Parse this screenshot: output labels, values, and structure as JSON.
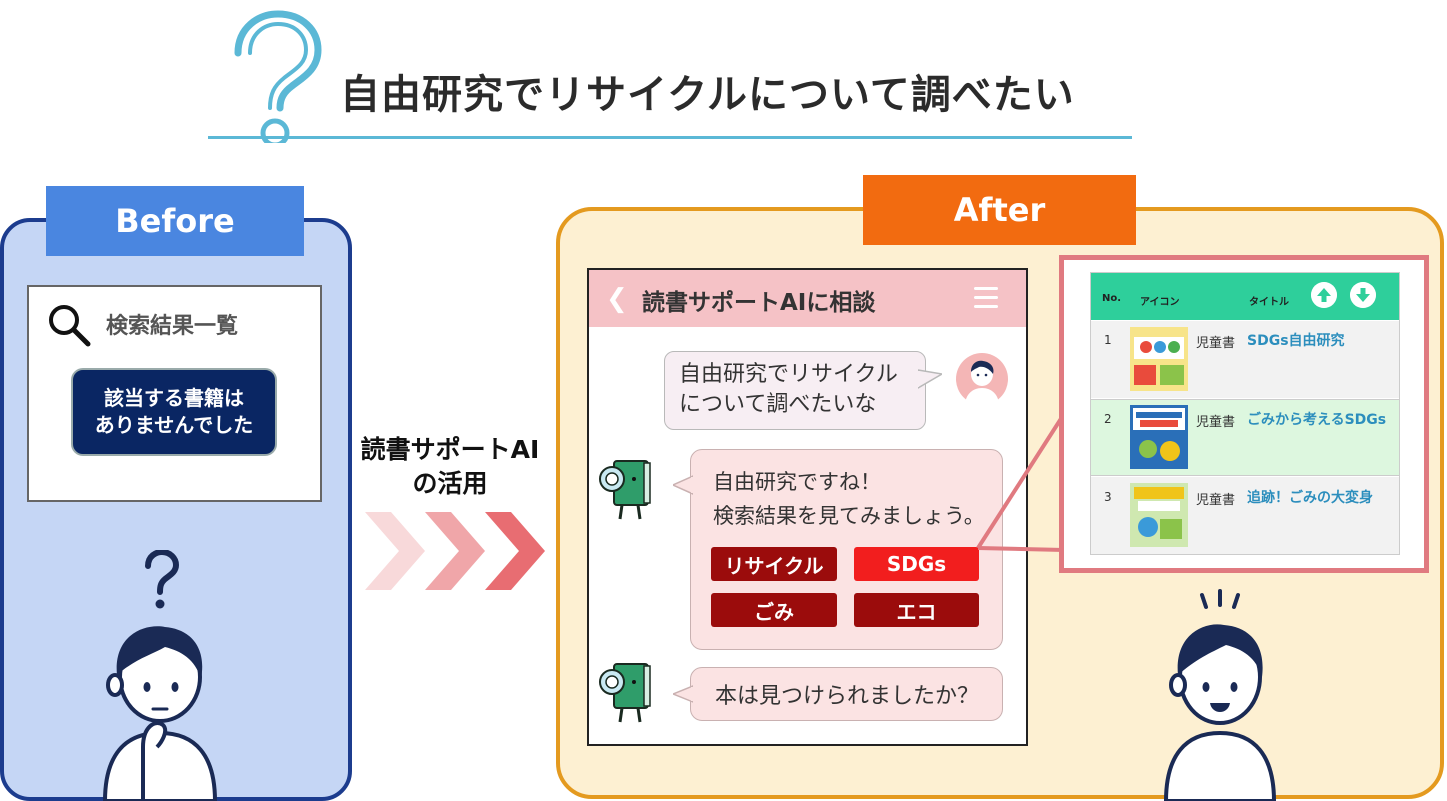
{
  "header": {
    "title": "自由研究でリサイクルについて調べたい"
  },
  "before": {
    "tag": "Before",
    "search_title": "検索結果一覧",
    "no_result_line1": "該当する書籍は",
    "no_result_line2": "ありませんでした"
  },
  "middle": {
    "line1": "読書サポートAI",
    "line2": "の活用"
  },
  "after": {
    "tag": "After",
    "chat": {
      "title": "読書サポートAIに相談",
      "user_line1": "自由研究でリサイクル",
      "user_line2": "について調べたいな",
      "bot_line1": "自由研究ですね！",
      "bot_line2": "検索結果を見てみましょう。",
      "keywords": [
        "リサイクル",
        "SDGs",
        "ごみ",
        "エコ"
      ],
      "bot_followup": "本は見つけられましたか？"
    },
    "table": {
      "col_no": "No.",
      "col_icon": "アイコン",
      "col_title": "タイトル",
      "rows": [
        {
          "no": "1",
          "category": "児童書",
          "title": "SDGs自由研究"
        },
        {
          "no": "2",
          "category": "児童書",
          "title": "ごみから考えるSDGs"
        },
        {
          "no": "3",
          "category": "児童書",
          "title": "追跡！ごみの大変身"
        }
      ]
    }
  },
  "colors": {
    "before_panel": "#c5d6f5",
    "before_border": "#1c3c8e",
    "after_panel": "#fdf0d2",
    "after_border": "#e49a1f",
    "after_tag": "#f26b10",
    "before_tag": "#4a86e0",
    "table_header": "#2ecf9b",
    "keyword_dark": "#9b0c0c",
    "keyword_highlight": "#f21e1e"
  },
  "icons": [
    "question-mark-icon",
    "search-icon",
    "menu-icon",
    "back-chevron-icon",
    "sort-up-icon",
    "sort-down-icon"
  ]
}
